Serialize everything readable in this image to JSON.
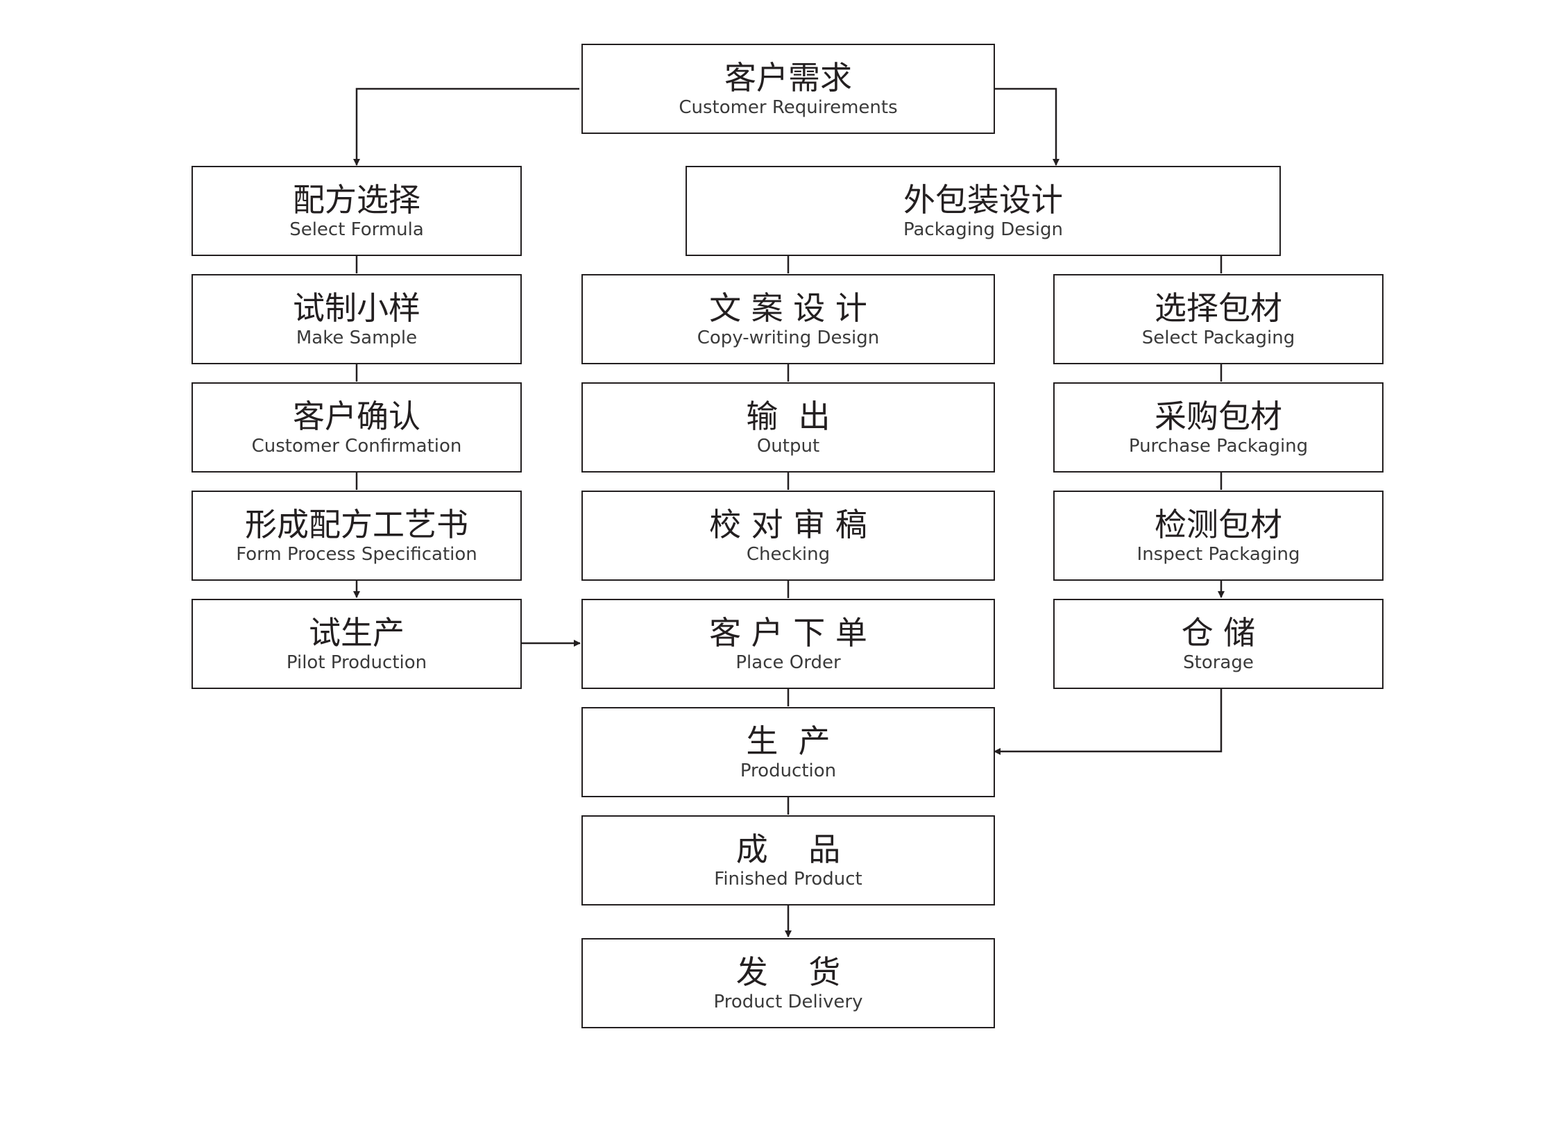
{
  "colors": {
    "line": "#231f20",
    "box_border": "#231f20",
    "background": "#ffffff"
  },
  "nodes": {
    "customer_requirements": {
      "zh": "客户需求",
      "en": "Customer Requirements"
    },
    "select_formula": {
      "zh": "配方选择",
      "en": "Select Formula"
    },
    "make_sample": {
      "zh": "试制小样",
      "en": "Make Sample"
    },
    "customer_confirmation": {
      "zh": "客户确认",
      "en": "Customer Confirmation"
    },
    "form_process_specification": {
      "zh": "形成配方工艺书",
      "en": "Form Process Specification"
    },
    "pilot_production": {
      "zh": "试生产",
      "en": "Pilot Production"
    },
    "packaging_design": {
      "zh": "外包装设计",
      "en": "Packaging Design"
    },
    "copywriting_design": {
      "zh": "文 案 设 计",
      "en": "Copy-writing Design"
    },
    "output": {
      "zh": "输  出",
      "en": "Output"
    },
    "checking": {
      "zh": "校 对 审 稿",
      "en": "Checking"
    },
    "place_order": {
      "zh": "客 户 下 单",
      "en": "Place Order"
    },
    "production": {
      "zh": "生  产",
      "en": "Production"
    },
    "finished_product": {
      "zh": "成    品",
      "en": "Finished Product"
    },
    "product_delivery": {
      "zh": "发    货",
      "en": "Product Delivery"
    },
    "select_packaging": {
      "zh": "选择包材",
      "en": "Select Packaging"
    },
    "purchase_packaging": {
      "zh": "采购包材",
      "en": "Purchase Packaging"
    },
    "inspect_packaging": {
      "zh": "检测包材",
      "en": "Inspect Packaging"
    },
    "storage": {
      "zh": "仓 储",
      "en": "Storage"
    }
  }
}
